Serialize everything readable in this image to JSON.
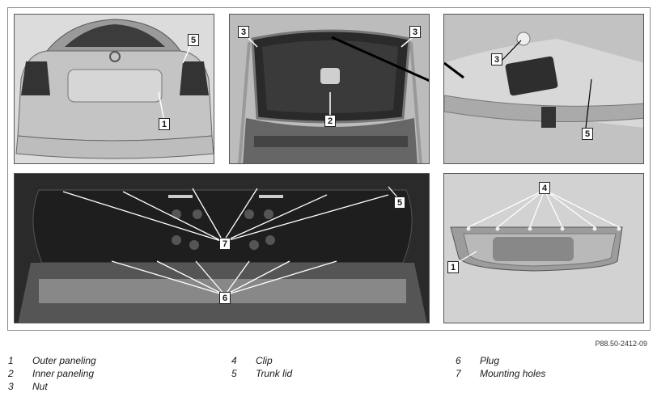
{
  "figure": {
    "callouts": {
      "p1": [
        "5",
        "1"
      ],
      "p2": [
        "3",
        "3",
        "2"
      ],
      "p3": [
        "3",
        "5"
      ],
      "p4": [
        "5",
        "7",
        "6"
      ],
      "p5": [
        "4",
        "1"
      ]
    },
    "reference": "P88.50-2412-09"
  },
  "legend": [
    {
      "num": "1",
      "label": "Outer paneling"
    },
    {
      "num": "2",
      "label": "Inner paneling"
    },
    {
      "num": "3",
      "label": "Nut"
    },
    {
      "num": "4",
      "label": "Clip"
    },
    {
      "num": "5",
      "label": "Trunk lid"
    },
    {
      "num": "6",
      "label": "Plug"
    },
    {
      "num": "7",
      "label": "Mounting holes"
    }
  ]
}
